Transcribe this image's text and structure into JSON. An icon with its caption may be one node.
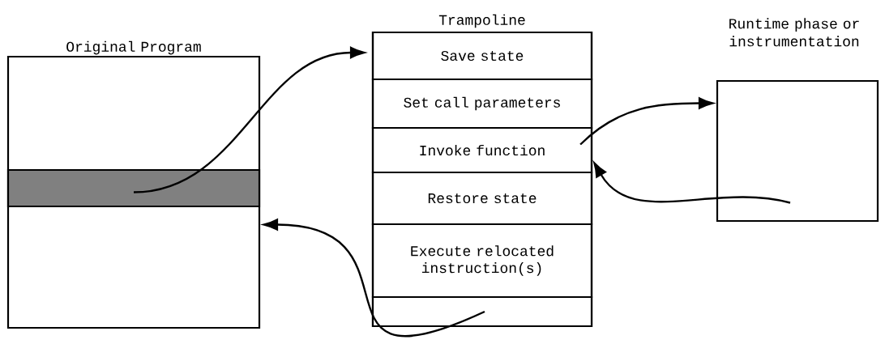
{
  "diagram": {
    "nodes": [
      {
        "text": [
          "Original Program"
        ]
      },
      {
        "text": [],
        "shape": "bar",
        "in": 0
      },
      {
        "text": [
          "Trampoline"
        ]
      },
      {
        "text": [
          "Save state"
        ],
        "in": 2
      },
      {
        "text": [
          "Set call parameters"
        ],
        "in": 2
      },
      {
        "text": [
          "Invoke function"
        ],
        "in": 2
      },
      {
        "text": [
          "Restore state"
        ],
        "in": 2
      },
      {
        "text": [
          "Execute relocated instruction(s)"
        ],
        "in": 2
      },
      {
        "text": [],
        "shape": "box",
        "in": 2
      },
      {
        "text": [
          "Runtime phase or instrumentation"
        ]
      }
    ],
    "edges": [
      {
        "from": 1,
        "to": 3,
        "arrow": "to"
      },
      {
        "from": 5,
        "to": 9,
        "arrow": "to"
      },
      {
        "from": 9,
        "to": 5,
        "arrow": "to"
      },
      {
        "from": 8,
        "to": 0,
        "arrow": "to"
      }
    ]
  }
}
